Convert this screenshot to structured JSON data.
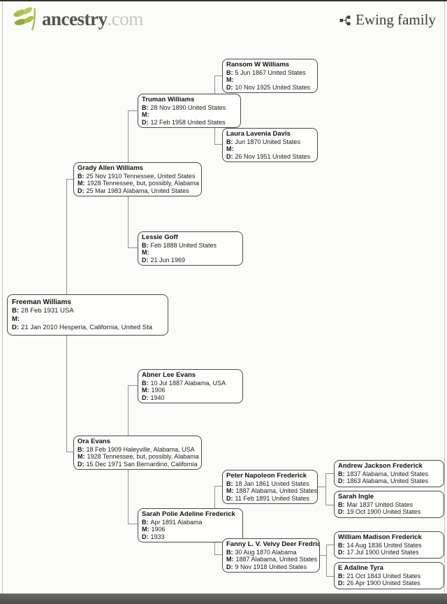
{
  "header": {
    "brand": "ancestry",
    "brand_tld": ".com",
    "tree_name": "Ewing family"
  },
  "colors": {
    "logo_green": "#a6c043",
    "logo_green_dark": "#93ad34",
    "logo_text": "#55544c",
    "logo_tld": "#c9c8c0",
    "title_text": "#3b3b38",
    "icon_dark": "#3e3e3c",
    "box_border": "#4a4a48",
    "connector": "#8f8f8b",
    "scan_bar": "#4c4c4a"
  },
  "tree": {
    "people": [
      {
        "id": "ransom-w-williams",
        "name": "Ransom W Williams",
        "rows": [
          {
            "label": "B:",
            "value": "5 Jun 1867 United States"
          },
          {
            "label": "M:",
            "value": ""
          },
          {
            "label": "D:",
            "value": "10 Nov 1925 United States"
          }
        ]
      },
      {
        "id": "truman-williams",
        "name": "Truman Williams",
        "rows": [
          {
            "label": "B:",
            "value": "28 Nov 1890 United States"
          },
          {
            "label": "M:",
            "value": ""
          },
          {
            "label": "D:",
            "value": "12 Feb 1958 United States"
          }
        ]
      },
      {
        "id": "laura-lavenia-davis",
        "name": "Laura Lavenia Davis",
        "rows": [
          {
            "label": "B:",
            "value": "Jun 1870 United States"
          },
          {
            "label": "M:",
            "value": ""
          },
          {
            "label": "D:",
            "value": "26 Nov 1951 United States"
          }
        ]
      },
      {
        "id": "grady-allen-williams",
        "name": "Grady Allen Williams",
        "rows": [
          {
            "label": "B:",
            "value": "25 Nov 1910 Tennessee, United States"
          },
          {
            "label": "M:",
            "value": "1928 Tennessee, but, possibly, Alabama"
          },
          {
            "label": "D:",
            "value": "25 Mar 1983 Alabama, United States"
          }
        ]
      },
      {
        "id": "lessie-goff",
        "name": "Lessie Goff",
        "rows": [
          {
            "label": "B:",
            "value": "Feb 1888 United States"
          },
          {
            "label": "M:",
            "value": ""
          },
          {
            "label": "D:",
            "value": "21 Jun 1969"
          }
        ]
      },
      {
        "id": "freeman-williams",
        "name": "Freeman Williams",
        "rows": [
          {
            "label": "B:",
            "value": "28 Feb 1931 USA"
          },
          {
            "label": "M:",
            "value": ""
          },
          {
            "label": "D:",
            "value": "21 Jan 2010 Hesperia, California, United Sta"
          }
        ]
      },
      {
        "id": "abner-lee-evans",
        "name": "Abner Lee Evans",
        "rows": [
          {
            "label": "B:",
            "value": "10 Jul 1887 Alabama, USA"
          },
          {
            "label": "M:",
            "value": "1906"
          },
          {
            "label": "D:",
            "value": "1940"
          }
        ]
      },
      {
        "id": "ora-evans",
        "name": "Ora Evans",
        "rows": [
          {
            "label": "B:",
            "value": "18 Feb 1909 Haleyville, Alabama, USA"
          },
          {
            "label": "M:",
            "value": "1928 Tennessee, but, possibly, Alabama"
          },
          {
            "label": "D:",
            "value": "15 Dec 1971 San Bernardino, California"
          }
        ]
      },
      {
        "id": "peter-napoleon-frederick",
        "name": "Peter Napoleon Frederick",
        "rows": [
          {
            "label": "B:",
            "value": "18 Jan 1861 United States"
          },
          {
            "label": "M:",
            "value": "1887 Alabama, United States"
          },
          {
            "label": "D:",
            "value": "11 Feb 1891 United States"
          }
        ]
      },
      {
        "id": "andrew-jackson-frederick",
        "name": "Andrew Jackson Frederick",
        "rows": [
          {
            "label": "B:",
            "value": "1837 Alabama, United States"
          },
          {
            "label": "D:",
            "value": "1863 Alabama, United States"
          }
        ]
      },
      {
        "id": "sarah-ingle",
        "name": "Sarah Ingle",
        "rows": [
          {
            "label": "B:",
            "value": "Mar 1837 United States"
          },
          {
            "label": "D:",
            "value": "19 Oct 1900 United States"
          }
        ]
      },
      {
        "id": "sarah-polie-adeline-frederick",
        "name": "Sarah Polie Adeline Frederick",
        "rows": [
          {
            "label": "B:",
            "value": "Apr 1891 Alabama"
          },
          {
            "label": "M:",
            "value": "1906"
          },
          {
            "label": "D:",
            "value": "1933"
          }
        ]
      },
      {
        "id": "fanny-velvy-deer-fredrick",
        "name": "Fanny L. V. Velvy Deer Fredrick",
        "rows": [
          {
            "label": "B:",
            "value": "30 Aug 1870 Alabama"
          },
          {
            "label": "M:",
            "value": "1887 Alabama, United States"
          },
          {
            "label": "D:",
            "value": "9 Nov 1918 United States"
          }
        ]
      },
      {
        "id": "william-madison-frederick",
        "name": "William Madison Frederick",
        "rows": [
          {
            "label": "B:",
            "value": "14 Aug 1836 United States"
          },
          {
            "label": "D:",
            "value": "17 Jul 1900 United States"
          }
        ]
      },
      {
        "id": "e-adaline-tyra",
        "name": "E Adaline Tyra",
        "rows": [
          {
            "label": "B:",
            "value": "21 Oct 1843 United States"
          },
          {
            "label": "D:",
            "value": "26 Apr 1900 United States"
          }
        ]
      }
    ]
  }
}
